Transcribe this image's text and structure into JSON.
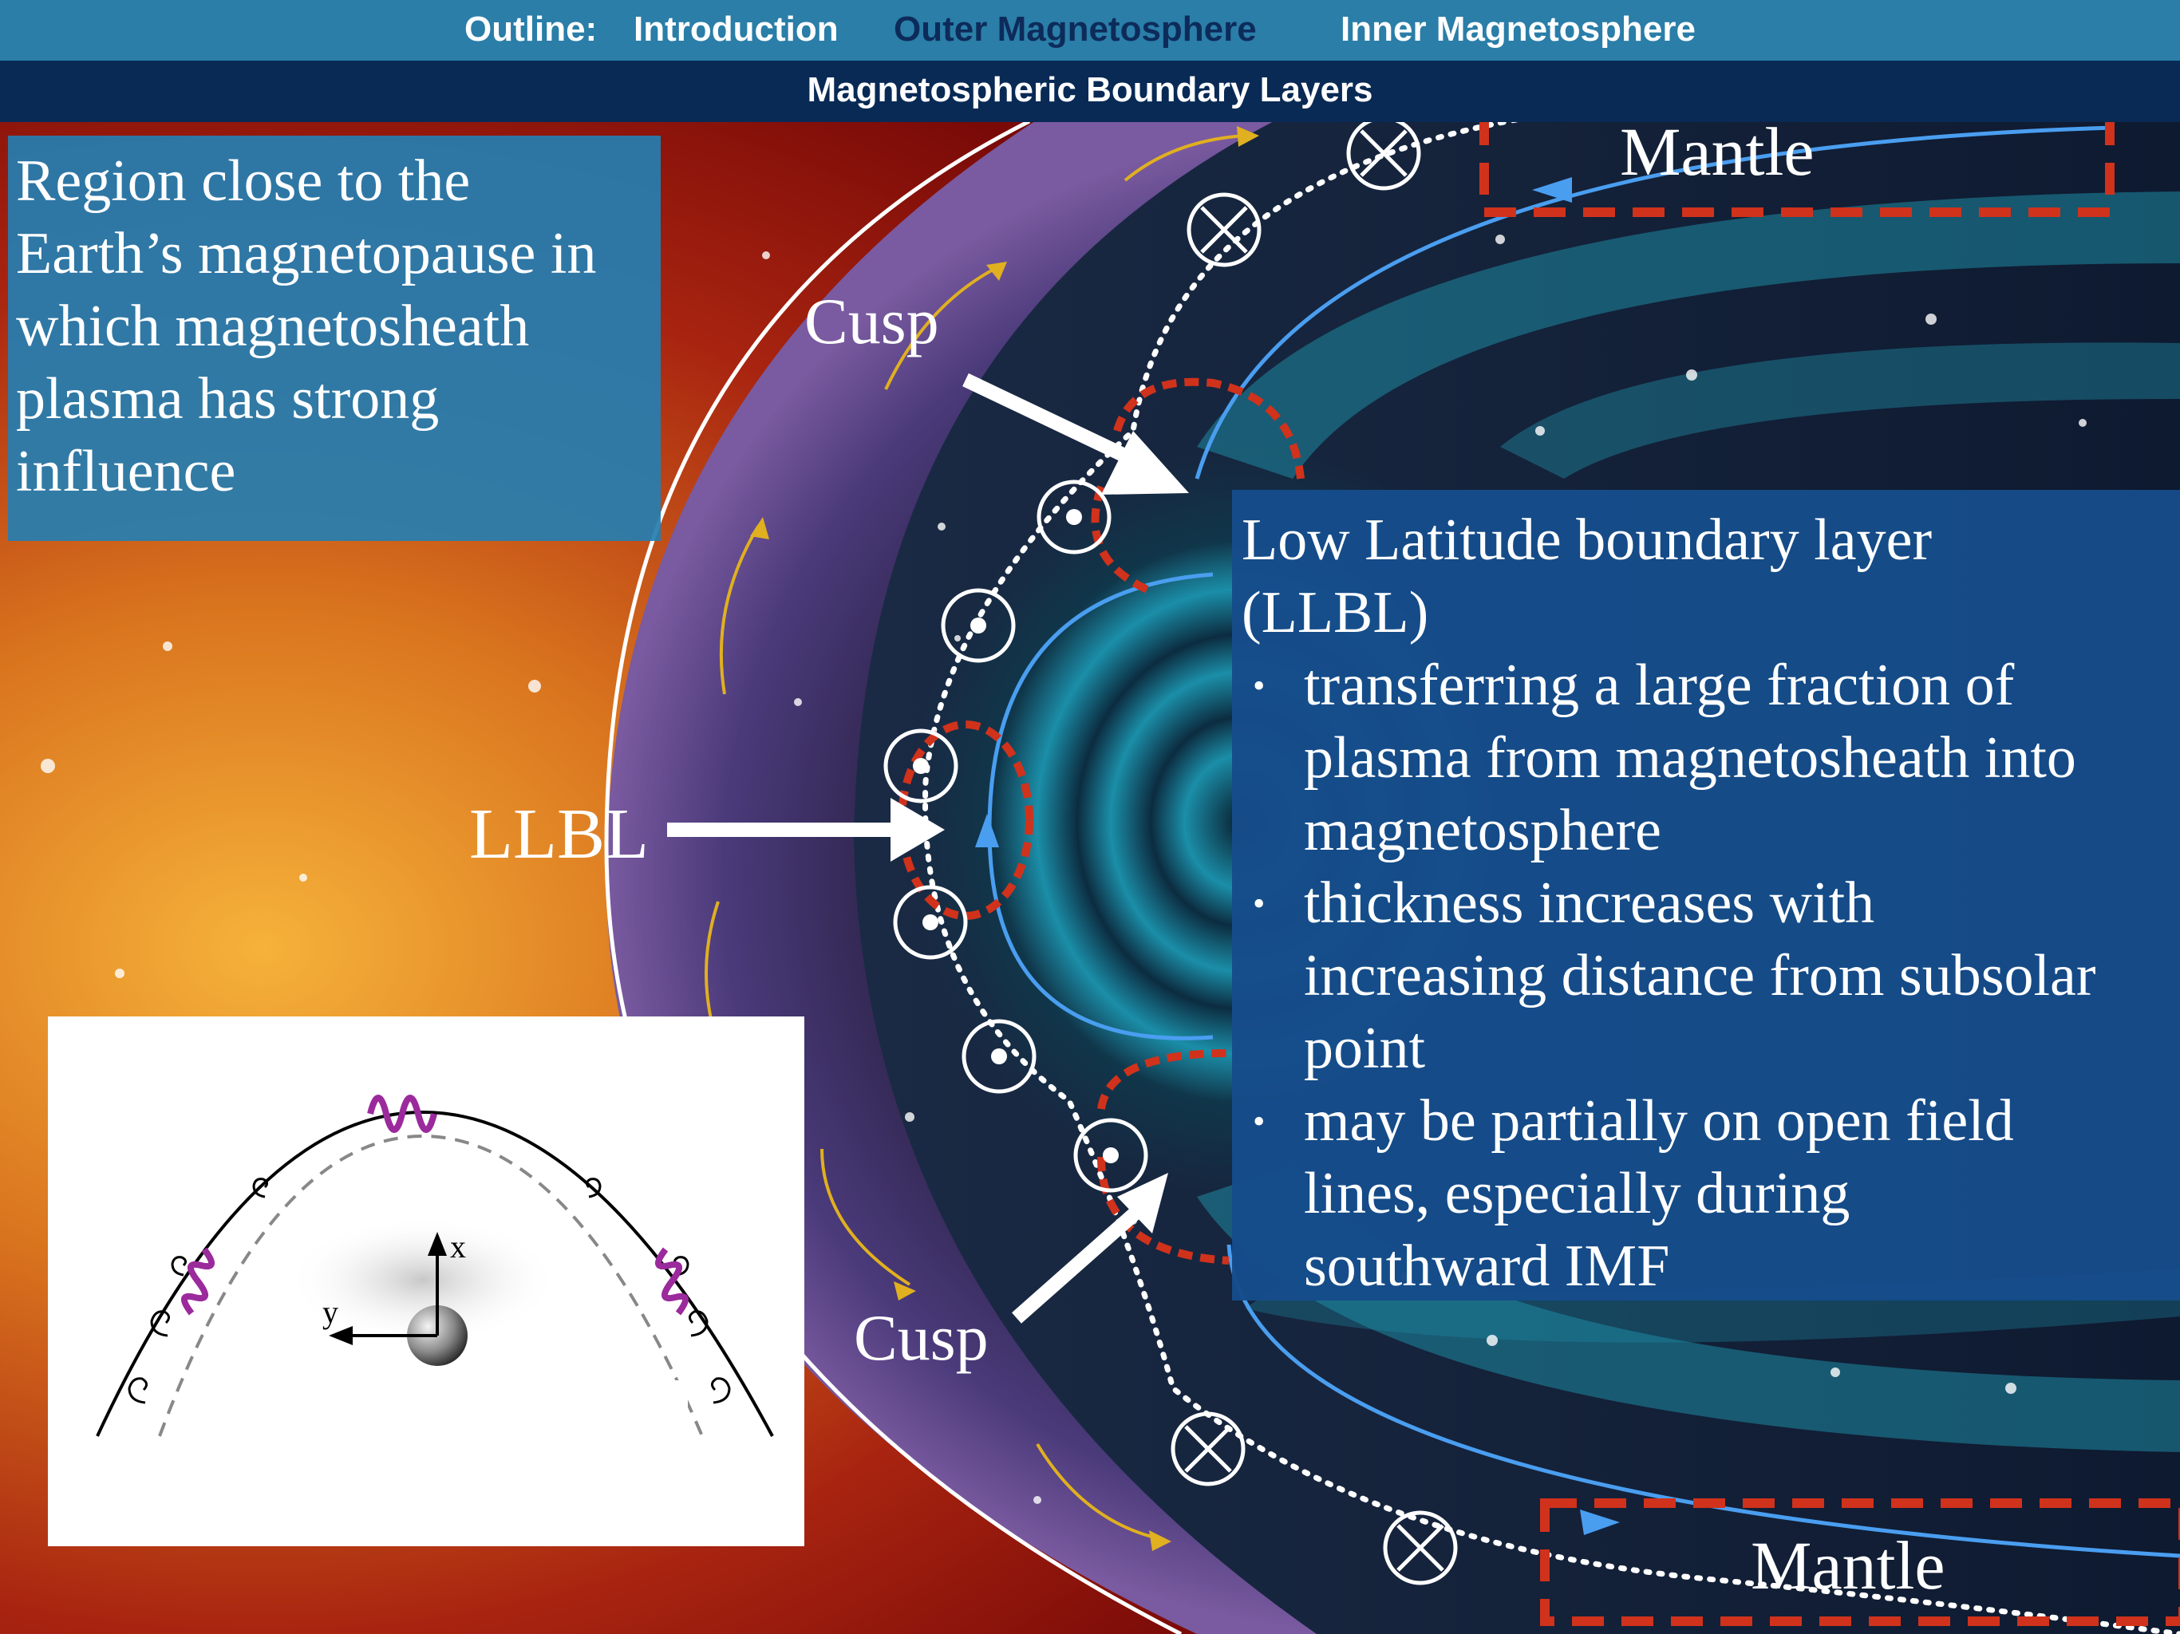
{
  "nav": {
    "outline_label": "Outline:",
    "items": [
      {
        "label": "Introduction",
        "active": false
      },
      {
        "label": "Outer Magnetosphere",
        "active": true
      },
      {
        "label": "Inner Magnetosphere",
        "active": false
      }
    ],
    "subtitle": "Magnetospheric Boundary Layers"
  },
  "region_box": {
    "lines": [
      "Region close to the",
      "Earth’s magnetopause in",
      "which magnetosheath",
      "plasma has strong",
      "influence"
    ]
  },
  "llbl_box": {
    "title_lines": [
      "Low Latitude boundary layer",
      "(LLBL)"
    ],
    "bullet_char": "•",
    "bullets": [
      [
        "transferring a large fraction of",
        "plasma from magnetosheath into",
        "magnetosphere"
      ],
      [
        "thickness increases with",
        "increasing distance from subsolar",
        "point"
      ],
      [
        "may be partially on open field",
        "lines, especially during",
        "southward IMF"
      ]
    ]
  },
  "labels": {
    "cusp_top": "Cusp",
    "cusp_bottom": "Cusp",
    "llbl": "LLBL",
    "mantle_top": "Mantle",
    "mantle_bottom": "Mantle"
  },
  "inset": {
    "axis_x": "x",
    "axis_y": "y"
  },
  "colors": {
    "topbar": "#2a7ea8",
    "subbar": "#082a55",
    "active_nav": "#0d2b5a",
    "highlight_dash": "#d0321c",
    "field_line": "#4a9ef0",
    "flow_arrow": "#e0b020",
    "wave": "#9b2a9c"
  }
}
